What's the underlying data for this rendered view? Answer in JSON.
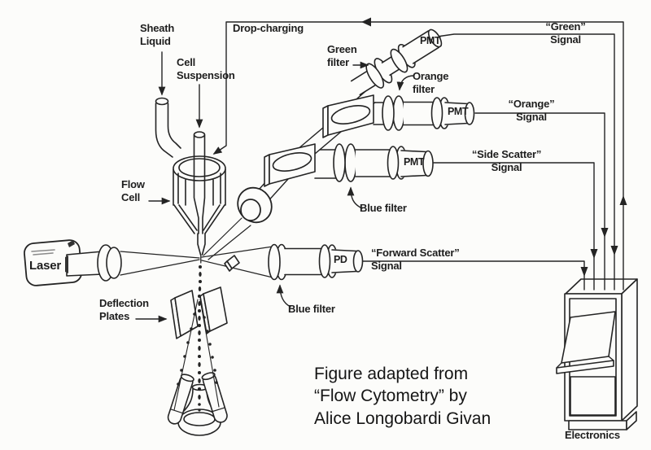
{
  "figure": {
    "title": "Flow cytometer schematic",
    "colors": {
      "paper": "#fcfcfa",
      "ink": "#242424"
    },
    "labels": {
      "sheath_liquid": "Sheath\nLiquid",
      "cell_suspension": "Cell\nSuspension",
      "drop_charging": "Drop-charging",
      "green_filter": "Green\nfilter",
      "pmt_green": "PMT",
      "signal_green": "“Green”\nSignal",
      "orange_filter": "Orange\nfilter",
      "pmt_orange": "PMT",
      "signal_orange": "“Orange”\nSignal",
      "pmt_side": "PMT",
      "signal_side": "“Side Scatter”\nSignal",
      "blue_filter_top": "Blue filter",
      "flow_cell": "Flow\nCell",
      "laser": "Laser",
      "deflection_plates": "Deflection\nPlates",
      "blue_filter_bottom": "Blue filter",
      "pd": "PD",
      "signal_forward": "“Forward Scatter”\nSignal",
      "electronics": "Electronics",
      "caption": "Figure adapted from\n“Flow Cytometry” by\nAlice Longobardi Givan"
    }
  }
}
